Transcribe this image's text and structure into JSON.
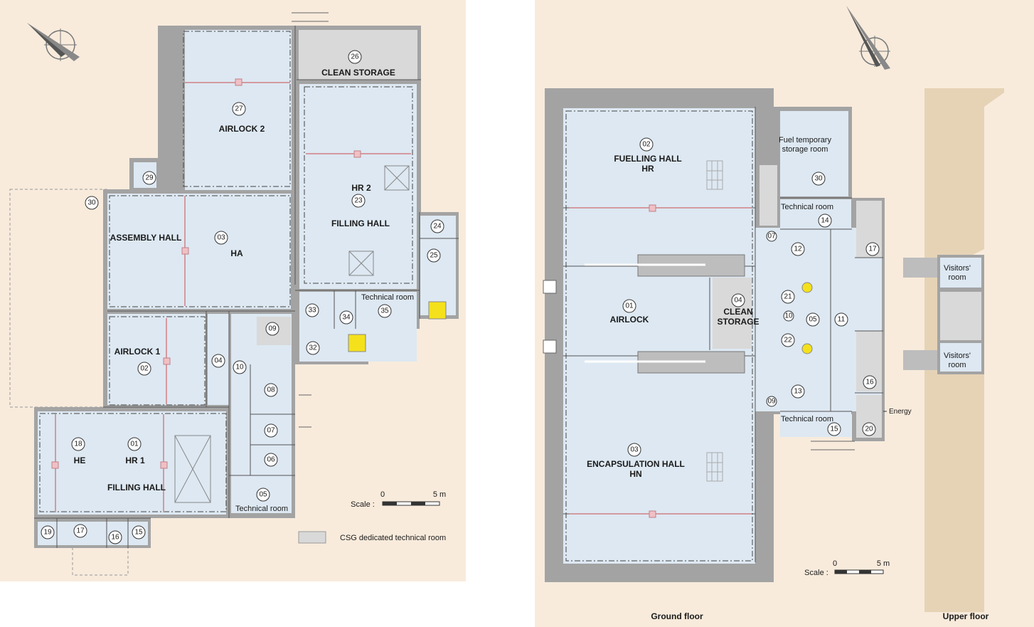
{
  "left_plan": {
    "rooms": [
      {
        "n": "01",
        "name": "HR 1",
        "sub": "FILLING HALL"
      },
      {
        "n": "02",
        "name": "AIRLOCK 1"
      },
      {
        "n": "03",
        "name": "HA",
        "sub": "ASSEMBLY HALL"
      },
      {
        "n": "04"
      },
      {
        "n": "05",
        "name": "Technical room"
      },
      {
        "n": "06"
      },
      {
        "n": "07"
      },
      {
        "n": "08"
      },
      {
        "n": "09"
      },
      {
        "n": "10"
      },
      {
        "n": "15"
      },
      {
        "n": "16"
      },
      {
        "n": "17"
      },
      {
        "n": "18",
        "name": "HE"
      },
      {
        "n": "19"
      },
      {
        "n": "23",
        "name": "HR 2",
        "sub": "FILLING HALL"
      },
      {
        "n": "24"
      },
      {
        "n": "25"
      },
      {
        "n": "26",
        "name": "CLEAN STORAGE"
      },
      {
        "n": "27",
        "name": "AIRLOCK 2"
      },
      {
        "n": "29"
      },
      {
        "n": "30"
      },
      {
        "n": "32"
      },
      {
        "n": "33"
      },
      {
        "n": "34"
      },
      {
        "n": "35",
        "name": "Technical room"
      }
    ],
    "scale": {
      "label": "Scale :",
      "zero": "0",
      "max": "5 m"
    },
    "legend_label": "CSG dedicated technical room"
  },
  "right_plan": {
    "rooms": [
      {
        "n": "01",
        "name": "AIRLOCK"
      },
      {
        "n": "02",
        "name": "FUELLING HALL",
        "sub": "HR"
      },
      {
        "n": "03",
        "name": "ENCAPSULATION HALL",
        "sub": "HN"
      },
      {
        "n": "04",
        "name": "CLEAN",
        "sub": "STORAGE"
      },
      {
        "n": "05"
      },
      {
        "n": "07"
      },
      {
        "n": "09"
      },
      {
        "n": "10"
      },
      {
        "n": "11"
      },
      {
        "n": "12"
      },
      {
        "n": "13"
      },
      {
        "n": "14",
        "name": "Technical room"
      },
      {
        "n": "15",
        "name": "Technical room"
      },
      {
        "n": "16"
      },
      {
        "n": "17"
      },
      {
        "n": "20"
      },
      {
        "n": "21"
      },
      {
        "n": "22"
      },
      {
        "n": "30",
        "name": "Fuel temporary",
        "sub": "storage room"
      }
    ],
    "energy_label": "Energy",
    "visitors_room": "Visitors'",
    "visitors_room_2": "room",
    "scale": {
      "label": "Scale :",
      "zero": "0",
      "max": "5 m"
    },
    "captions": {
      "ground": "Ground floor",
      "upper": "Upper floor"
    }
  },
  "colors": {
    "room": "#dde8f2",
    "wall": "#a3a3a3",
    "background": "#f8ebdc",
    "tech": "#d9d9d9",
    "accent": "#f4e11c"
  }
}
